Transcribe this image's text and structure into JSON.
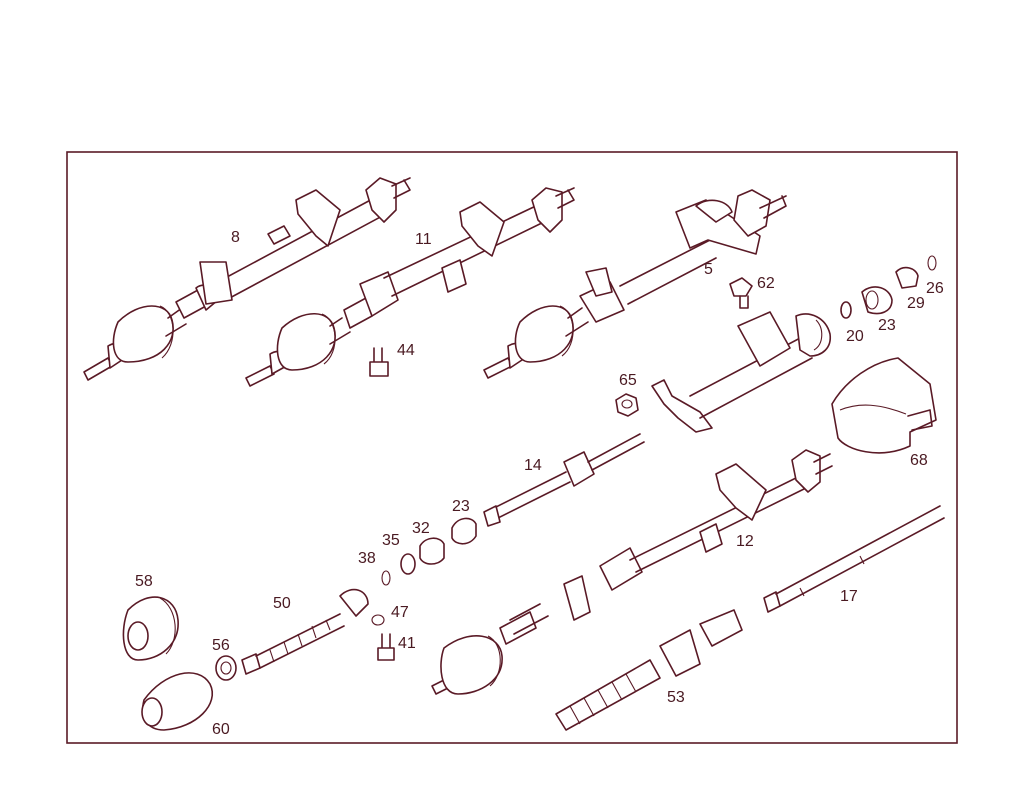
{
  "colors": {
    "line": "#5a1a26",
    "text": "#4a1a22",
    "background": "#ffffff"
  },
  "labels": {
    "p8": "8",
    "p11": "11",
    "p5": "5",
    "p62": "62",
    "p26": "26",
    "p29": "29",
    "p23a": "23",
    "p20": "20",
    "p44": "44",
    "p65": "65",
    "p68": "68",
    "p14": "14",
    "p23b": "23",
    "p32": "32",
    "p35": "35",
    "p38": "38",
    "p12": "12",
    "p58": "58",
    "p50": "50",
    "p47": "47",
    "p41": "41",
    "p56": "56",
    "p17": "17",
    "p53": "53",
    "p60": "60"
  }
}
